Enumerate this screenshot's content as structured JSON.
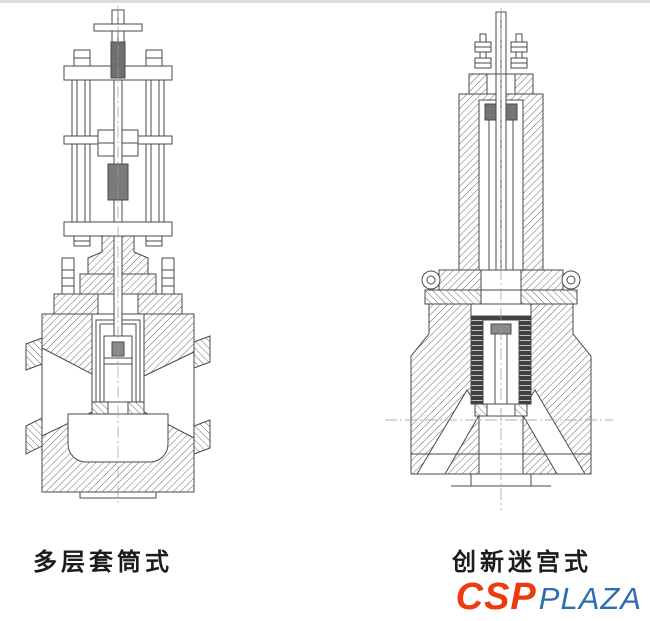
{
  "page": {
    "background": "#ffffff",
    "top_border_color": "#dcdcdc"
  },
  "figures": {
    "left": {
      "caption": "多层套筒式",
      "subject": "multi-layer-sleeve-control-valve-cross-section"
    },
    "right": {
      "caption": "创新迷宫式",
      "subject": "labyrinth-trim-control-valve-cross-section"
    }
  },
  "logo": {
    "csp": "CSP",
    "plaza": "PLAZA",
    "csp_color": "#ee3a0f",
    "plaza_color": "#2f6db3"
  }
}
